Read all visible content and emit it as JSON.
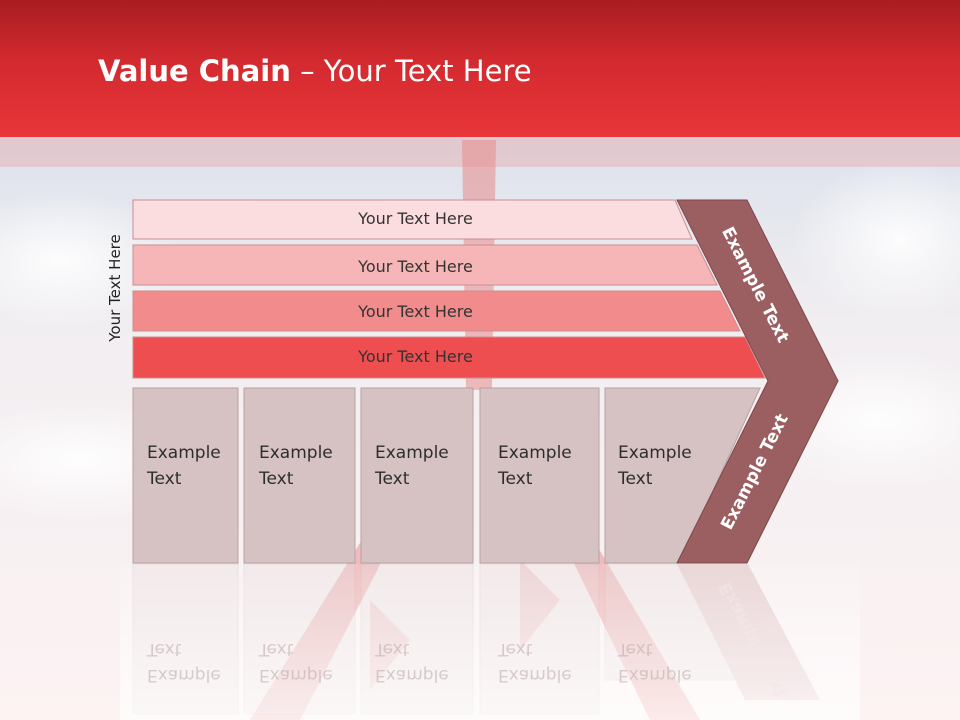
{
  "slide": {
    "title_bold": "Value Chain",
    "title_rest": " – Your Text Here",
    "side_label": "Your Text Here"
  },
  "rows": [
    {
      "label": "Your Text Here",
      "color": "#fbdcdf"
    },
    {
      "label": "Your Text Here",
      "color": "#f6b5b6"
    },
    {
      "label": "Your Text Here",
      "color": "#f28b8c"
    },
    {
      "label": "Your Text Here",
      "color": "#ee4e50"
    }
  ],
  "boxes": [
    {
      "line1": "Example",
      "line2": "Text"
    },
    {
      "line1": "Example",
      "line2": "Text"
    },
    {
      "line1": "Example",
      "line2": "Text"
    },
    {
      "line1": "Example",
      "line2": "Text"
    },
    {
      "line1": "Example",
      "line2": "Text"
    }
  ],
  "chevron": {
    "upper_label": "Example Text",
    "lower_label": "Example Text"
  },
  "colors": {
    "header": "#d32a2f",
    "box_fill": "#d6c2c3",
    "chevron_fill": "#9c5f61"
  }
}
